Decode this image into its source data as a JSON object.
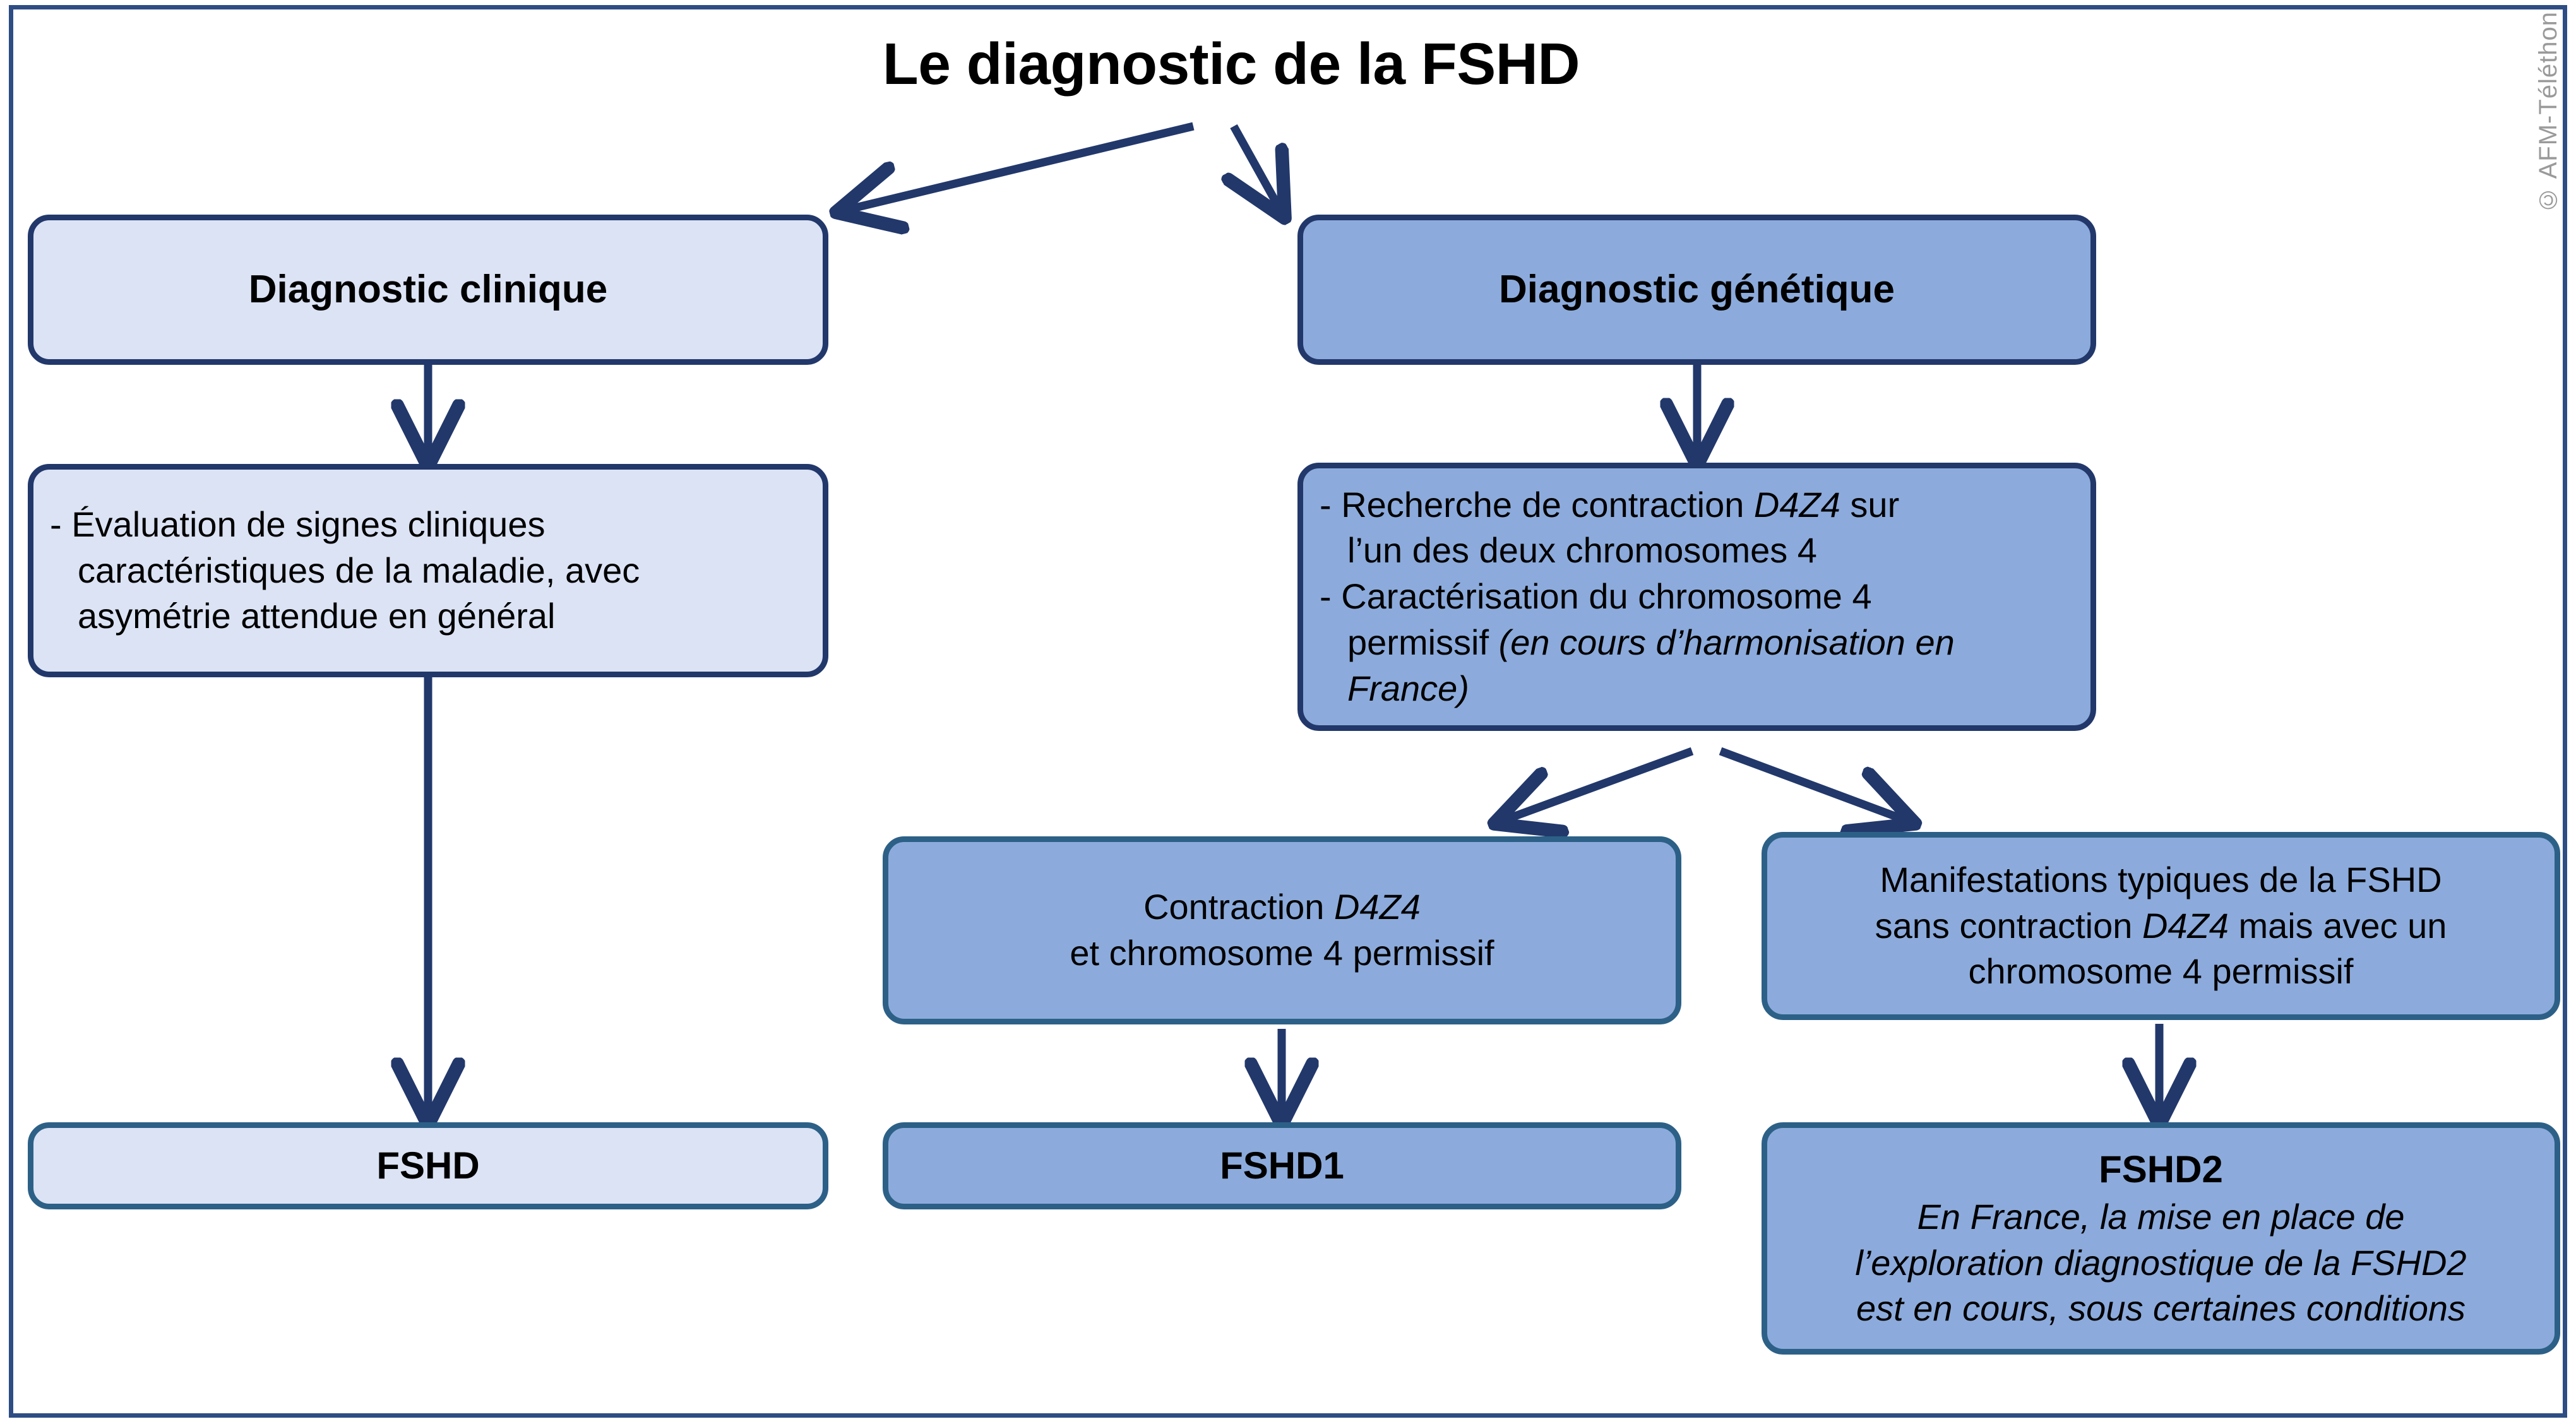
{
  "title": "Le diagnostic de la FSHD",
  "credit": "© AFM-Téléthon",
  "colors": {
    "frame_border": "#2e4d84",
    "box_border_navy": "#22386b",
    "box_border_steel": "#2d6087",
    "fill_light_blue": "#dbe3f4",
    "fill_medium_blue": "#8cabdc",
    "arrow": "#22386b",
    "credit_gray": "#9a9a9a",
    "text": "#000000"
  },
  "clinical": {
    "header": "Diagnostic clinique",
    "detail_line1": "- Évaluation de signes cliniques",
    "detail_line2": "caractéristiques de la maladie, avec",
    "detail_line3": "asymétrie attendue en général",
    "result": "FSHD"
  },
  "genetic": {
    "header": "Diagnostic génétique",
    "detail": {
      "item1_prefix": "- Recherche de contraction ",
      "item1_italic": "D4Z4",
      "item1_suffix": " sur",
      "item1_cont": "l’un des deux chromosomes 4",
      "item2_prefix": "- Caractérisation du chromosome 4",
      "item2_cont": "permissif ",
      "item2_italic": "(en cours d’harmonisation en France)"
    },
    "branch_left": {
      "line1_prefix": "Contraction ",
      "line1_italic": "D4Z4",
      "line2": "et chromosome 4 permissif",
      "result": "FSHD1"
    },
    "branch_right": {
      "line1": "Manifestations typiques de la FSHD",
      "line2_prefix": "sans contraction ",
      "line2_italic": "D4Z4",
      "line2_suffix": " mais avec un",
      "line3": "chromosome 4 permissif",
      "result_title": "FSHD2",
      "result_note_line1": "En France, la mise en place de",
      "result_note_line2": "l’exploration diagnostique de la FSHD2",
      "result_note_line3": "est en cours, sous certaines conditions"
    }
  },
  "arrows": [
    {
      "name": "title-to-clinical"
    },
    {
      "name": "title-to-genetic"
    },
    {
      "name": "clinical-header-to-detail"
    },
    {
      "name": "clinical-detail-to-result"
    },
    {
      "name": "genetic-header-to-detail"
    },
    {
      "name": "genetic-detail-to-branch-left"
    },
    {
      "name": "genetic-detail-to-branch-right"
    },
    {
      "name": "branch-left-to-fshd1"
    },
    {
      "name": "branch-right-to-fshd2"
    }
  ]
}
